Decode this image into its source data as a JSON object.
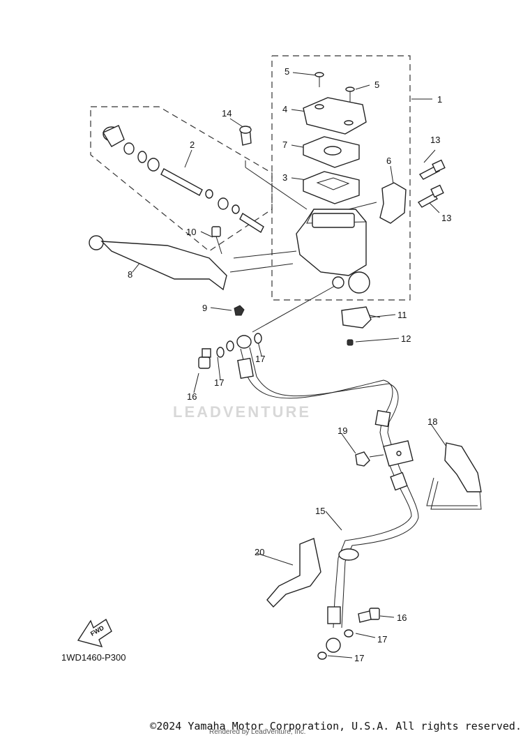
{
  "diagram": {
    "code": "1WD1460-P300",
    "fwd_label": "FWD",
    "watermark": "LEADVENTURE",
    "callouts": [
      "1",
      "2",
      "3",
      "4",
      "5",
      "5",
      "6",
      "7",
      "8",
      "9",
      "10",
      "11",
      "12",
      "13",
      "13",
      "14",
      "15",
      "16",
      "16",
      "17",
      "17",
      "17",
      "17",
      "18",
      "19",
      "20"
    ]
  },
  "footer": {
    "copyright": "©2024 Yamaha Motor Corporation, U.S.A. All rights reserved.",
    "rendered_by": "Rendered by LeadVenture, Inc."
  }
}
